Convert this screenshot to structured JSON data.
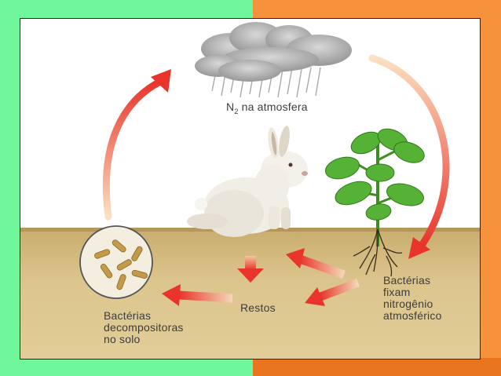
{
  "diagram": {
    "nodes": {
      "atmosphere": {
        "prefix": "N",
        "subscript": "2",
        "suffix": " na atmosfera"
      },
      "fixing_bacteria": {
        "text": "Bactérias\nfixam\nnitrogênio\natmosférico"
      },
      "remains": {
        "text": "Restos"
      },
      "decomposers": {
        "text": "Bactérias\ndecompositoras\nno solo"
      }
    },
    "colors": {
      "left_background": "#6ff59a",
      "right_background": "#f7923c",
      "arrow": "#e8342a",
      "soil": "#d6bd85"
    }
  }
}
